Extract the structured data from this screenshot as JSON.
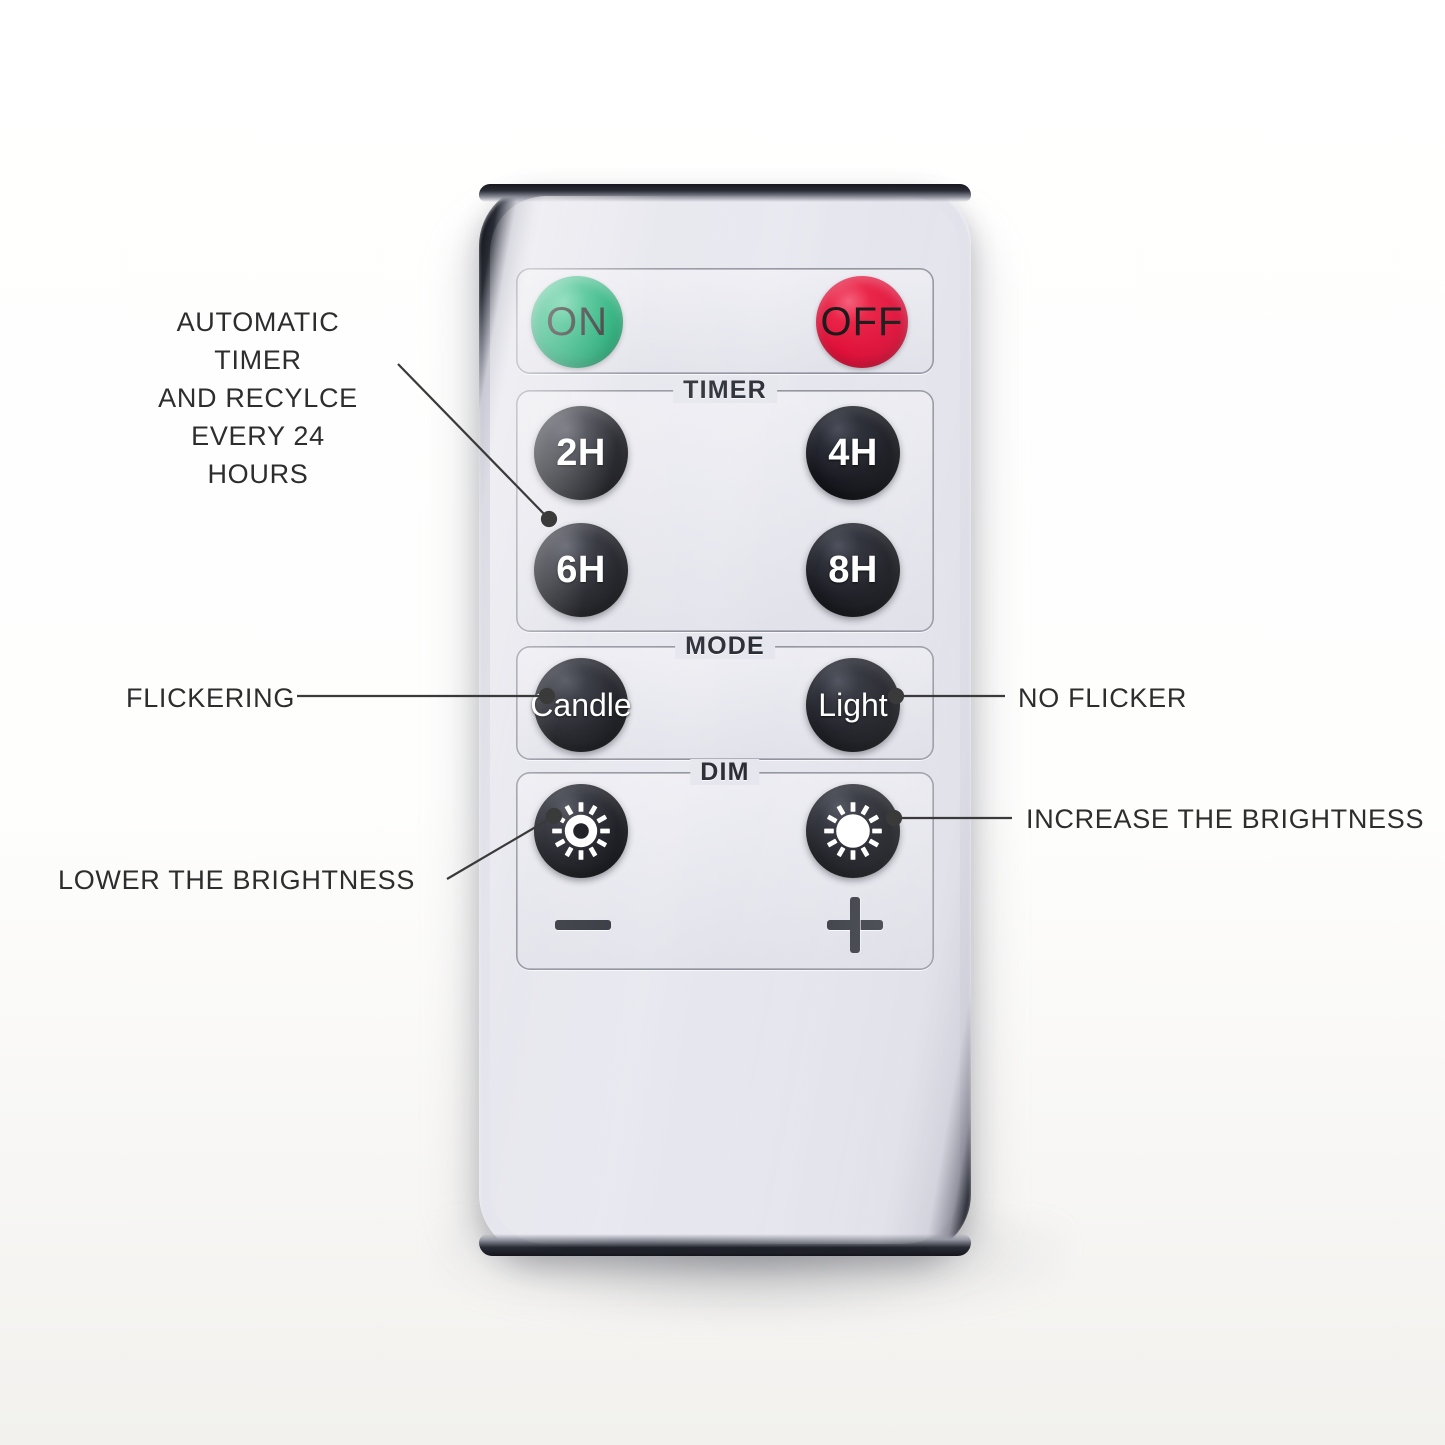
{
  "device": {
    "name": "LED candle remote control",
    "body_color": "#e5e5ed",
    "trim_color": "#16171e"
  },
  "panels": {
    "power": {
      "label": "",
      "buttons": [
        {
          "id": "on",
          "label": "ON",
          "color": "#03a263"
        },
        {
          "id": "off",
          "label": "OFF",
          "color": "#e0113a"
        }
      ]
    },
    "timer": {
      "label": "TIMER",
      "buttons": [
        {
          "id": "2h",
          "label": "2H"
        },
        {
          "id": "4h",
          "label": "4H"
        },
        {
          "id": "6h",
          "label": "6H"
        },
        {
          "id": "8h",
          "label": "8H"
        }
      ]
    },
    "mode": {
      "label": "MODE",
      "buttons": [
        {
          "id": "candle",
          "label": "Candle"
        },
        {
          "id": "light",
          "label": "Light"
        }
      ]
    },
    "dim": {
      "label": "DIM",
      "buttons": [
        {
          "id": "dim-down",
          "icon": "sun-small-icon",
          "sign": "−"
        },
        {
          "id": "dim-up",
          "icon": "sun-large-icon",
          "sign": "+"
        }
      ]
    }
  },
  "annotations": [
    {
      "id": "automatic-timer",
      "text": "AUTOMATIC TIMER\nAND RECYLCE\nEVERY 24 HOURS",
      "target": "timer-buttons"
    },
    {
      "id": "flickering",
      "text": "FLICKERING",
      "target": "candle-button"
    },
    {
      "id": "no-flicker",
      "text": "NO FLICKER",
      "target": "light-button"
    },
    {
      "id": "increase-brightness",
      "text": "INCREASE THE BRIGHTNESS",
      "target": "dim-up-button"
    },
    {
      "id": "lower-brightness",
      "text": "LOWER THE BRIGHTNESS",
      "target": "dim-down-button"
    }
  ],
  "colors": {
    "leader_line": "#3a3a3a",
    "text": "#2d2d2d",
    "background": "#fdfdfc"
  }
}
